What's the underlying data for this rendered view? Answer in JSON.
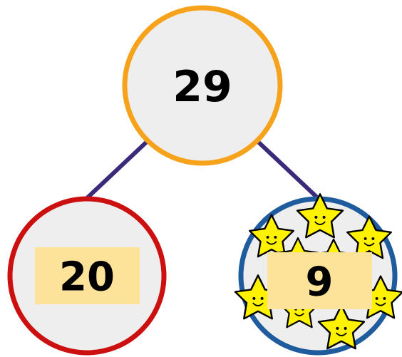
{
  "whole": {
    "value": "29",
    "ring_color": "#F7A21B",
    "fill_color": "#EEEEEE"
  },
  "tens_part": {
    "value": "20",
    "ring_color": "#CC1010",
    "fill_color": "#EEEEEE",
    "label_bg": "#FDE29A"
  },
  "ones_part": {
    "value": "9",
    "ring_color": "#1F5C9E",
    "fill_color": "#EEEEEE",
    "label_bg": "#FDE29A",
    "star_count": 9,
    "star_color": "#FFF200"
  },
  "connector_color": "#3B2A7A"
}
